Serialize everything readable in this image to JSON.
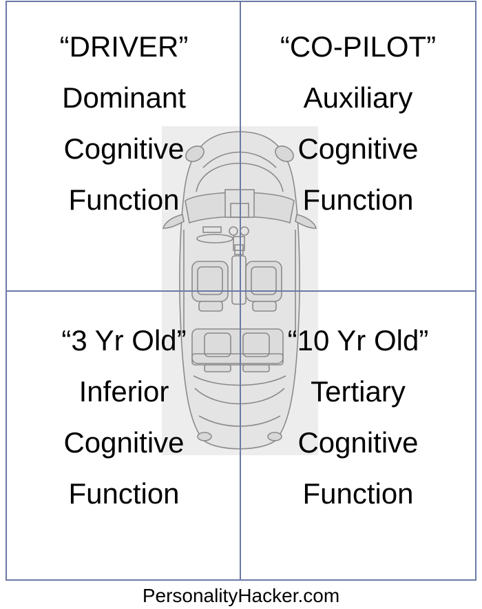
{
  "quadrants": {
    "top_left": {
      "title": "“DRIVER”",
      "line1": "Dominant",
      "line2": "Cognitive",
      "line3": "Function"
    },
    "top_right": {
      "title": "“CO-PILOT”",
      "line1": "Auxiliary",
      "line2": "Cognitive",
      "line3": "Function"
    },
    "bottom_left": {
      "title": "“3 Yr Old”",
      "line1": "Inferior",
      "line2": "Cognitive",
      "line3": "Function"
    },
    "bottom_right": {
      "title": "“10 Yr Old”",
      "line1": "Tertiary",
      "line2": "Cognitive",
      "line3": "Function"
    }
  },
  "footer": {
    "text": "PersonalityHacker.com"
  },
  "colors": {
    "grid_line": "#6b78a6",
    "car_background": "#ededed",
    "car_outline": "#8a8a8a"
  },
  "illustration": {
    "icon": "car-top-view-icon"
  }
}
